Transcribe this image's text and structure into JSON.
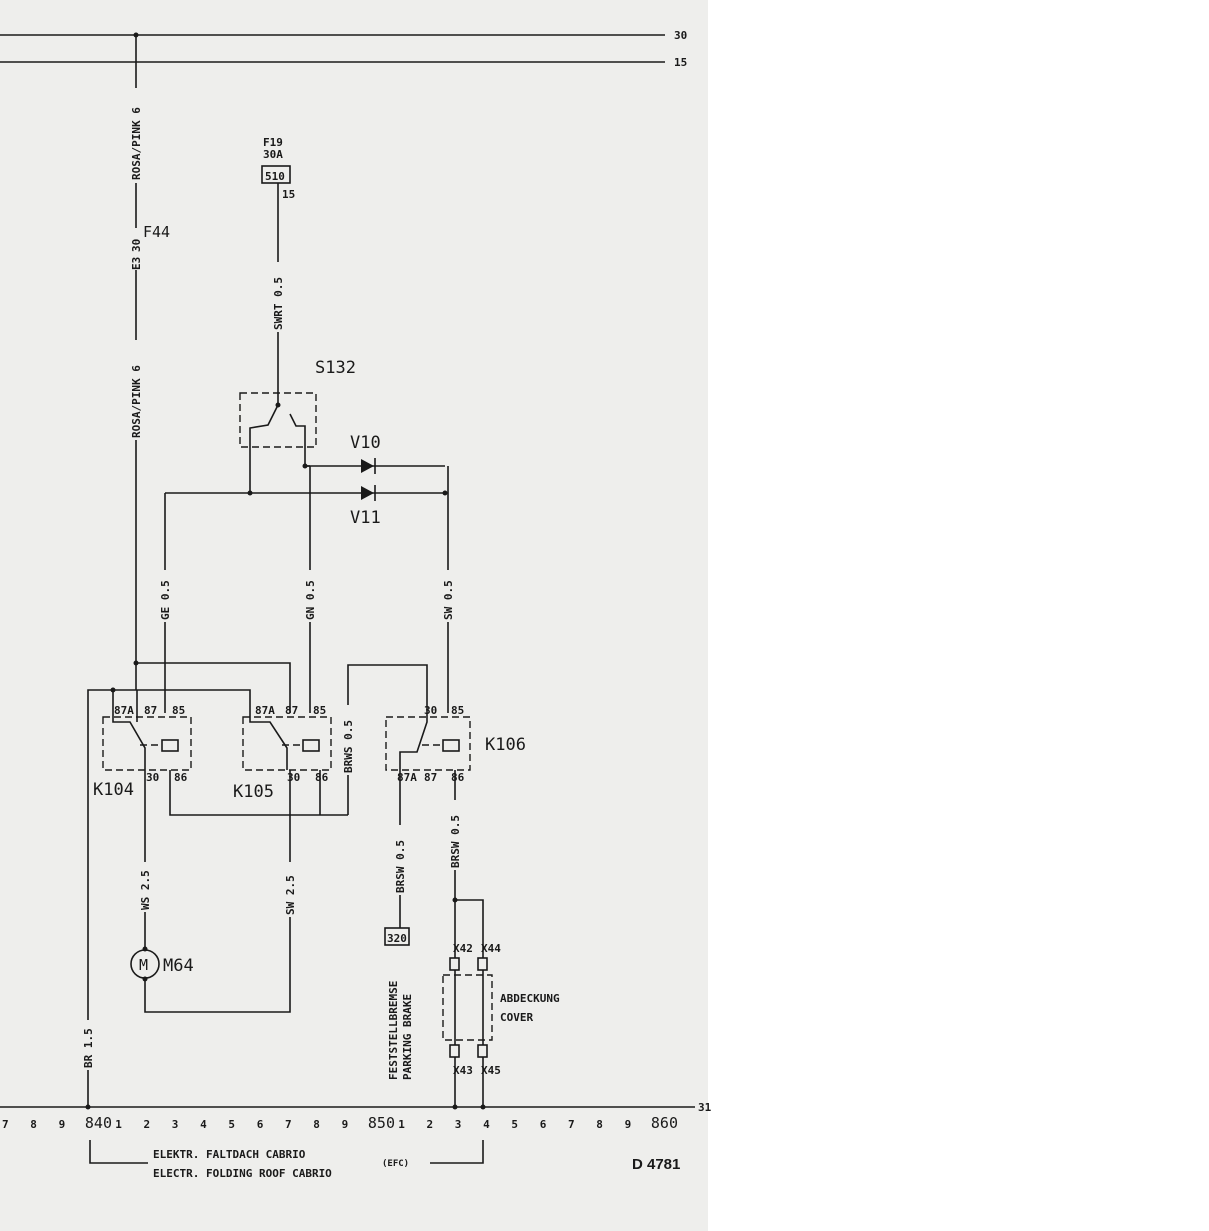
{
  "rails": {
    "top": "30",
    "second": "15",
    "ground": "31"
  },
  "wires": {
    "rosa_pink_upper": "ROSA/PINK 6",
    "rosa_pink_lower": "ROSA/PINK 6",
    "swrt": "SWRT 0.5",
    "ge": "GE 0.5",
    "gn": "GN 0.5",
    "sw": "SW 0.5",
    "brws": "BRWS 0.5",
    "ws25": "WS 2.5",
    "sw25": "SW 2.5",
    "brsw_left": "BRSW 0.5",
    "brsw_right": "BRSW 0.5",
    "br15": "BR 1.5"
  },
  "components": {
    "fuse_f44": {
      "label": "F44",
      "rating": "30",
      "loc": "E3"
    },
    "fuse_f19": {
      "label": "F19",
      "rating": "30A",
      "ref": "510",
      "terminal": "15"
    },
    "switch": "S132",
    "diode_v10": "V10",
    "diode_v11": "V11",
    "relay_k104": {
      "label": "K104",
      "pins": [
        "87A",
        "87",
        "85",
        "30",
        "86"
      ]
    },
    "relay_k105": {
      "label": "K105",
      "pins": [
        "87A",
        "87",
        "85",
        "30",
        "86"
      ]
    },
    "relay_k106": {
      "label": "K106",
      "pins": [
        "30",
        "85",
        "87A",
        "87",
        "86"
      ]
    },
    "motor": "M64",
    "parking_brake": {
      "ref": "320",
      "label_de": "FESTSTELLBREMSE",
      "label_en": "PARKING BRAKE"
    },
    "cover": {
      "label_de": "ABDECKUNG",
      "label_en": "COVER",
      "connectors": [
        "X42",
        "X44",
        "X43",
        "X45"
      ]
    }
  },
  "scale": [
    "7",
    "8",
    "9",
    "840",
    "1",
    "2",
    "3",
    "4",
    "5",
    "6",
    "7",
    "8",
    "9",
    "850",
    "1",
    "2",
    "3",
    "4",
    "5",
    "6",
    "7",
    "8",
    "9",
    "860"
  ],
  "caption": {
    "line1": "ELEKTR. FALTDACH CABRIO",
    "line2": "ELECTR. FOLDING ROOF CABRIO",
    "code": "(EFC)"
  },
  "diagram_id": "D 4781"
}
